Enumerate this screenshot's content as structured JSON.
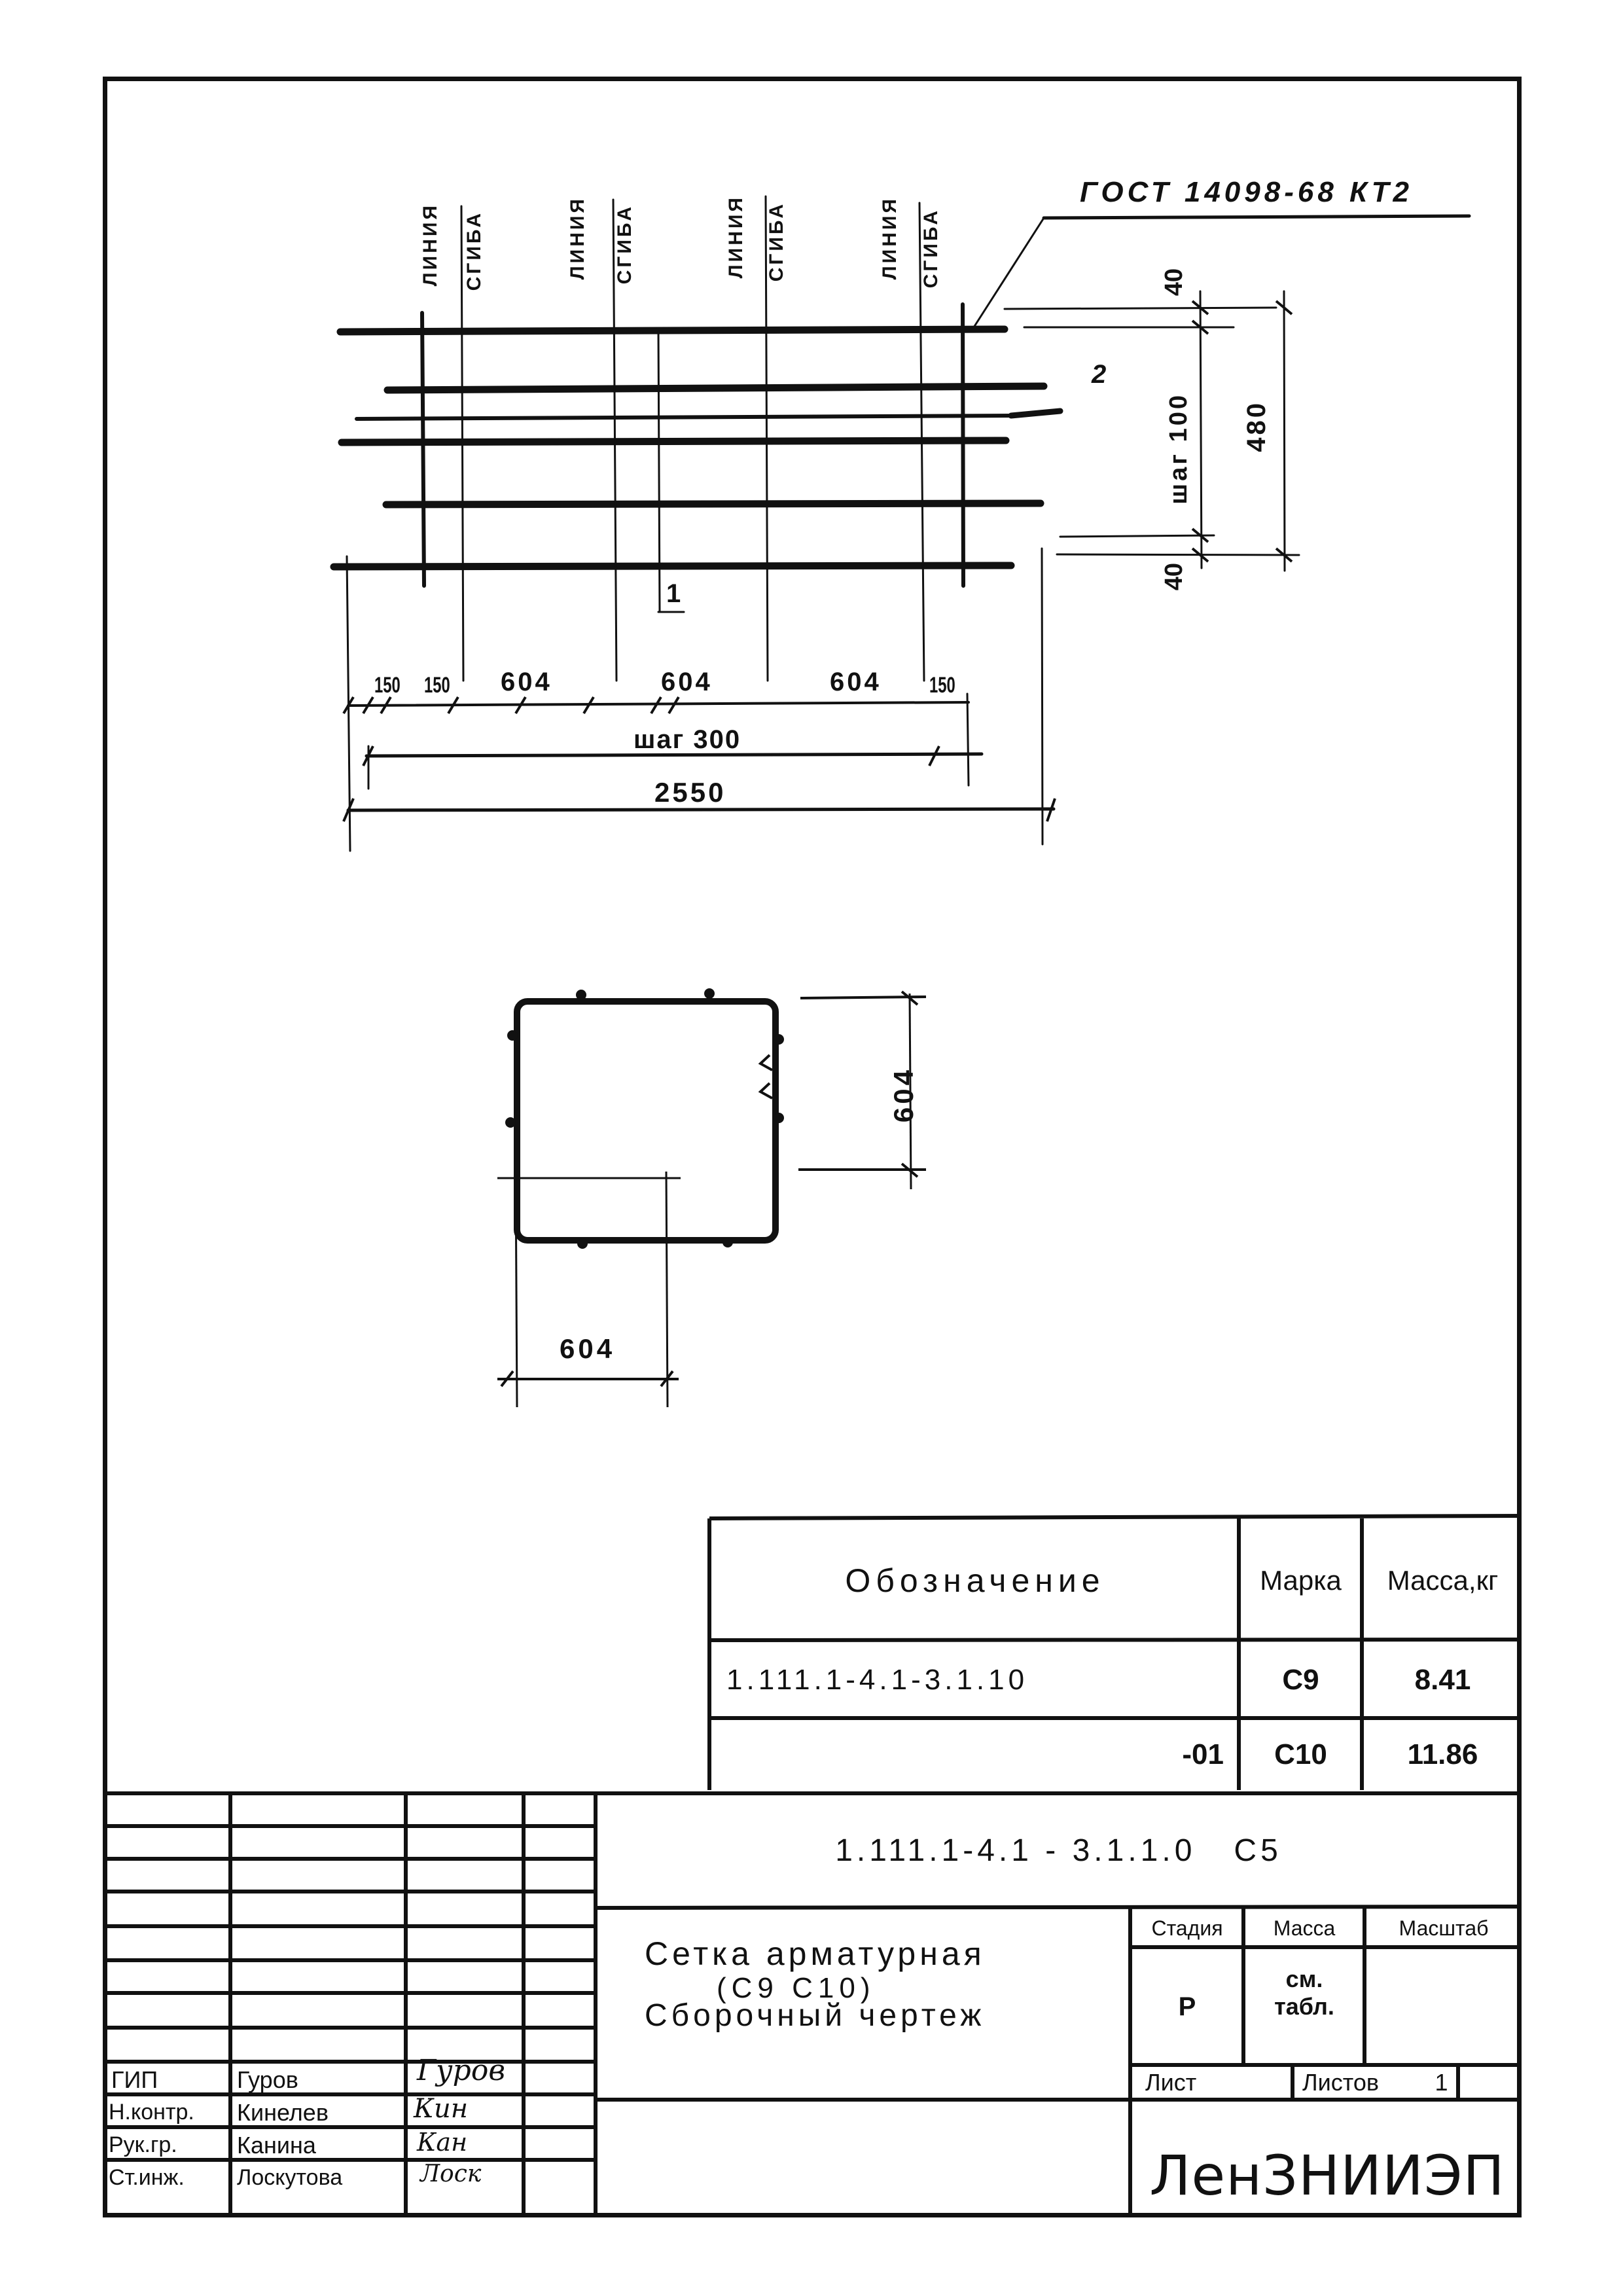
{
  "drawing": {
    "standard_label": "ГОСТ 14098-68 КТ2",
    "bend_line_label_line1": "ЛИНИЯ",
    "bend_line_label_line2": "СГИБА",
    "bend_lines": [
      {
        "line1": "ЛИНИЯ",
        "line2": "СГИБА"
      },
      {
        "line1": "ЛИНИЯ",
        "line2": "СГИБА"
      },
      {
        "line1": "ЛИНИЯ",
        "line2": "СГИБА"
      },
      {
        "line1": "ЛИНИЯ",
        "line2": "СГИБА"
      }
    ],
    "position_markers": {
      "pos1": "1",
      "pos2": "2"
    },
    "horizontal_dims": {
      "segments": [
        "150",
        "150",
        "604",
        "604",
        "604",
        "150"
      ],
      "pitch": "шаг 300",
      "overall": "2550"
    },
    "vertical_dims": {
      "top_offset": "40",
      "pitch": "шаг 100",
      "overall": "480",
      "bottom_offset": "40"
    },
    "section_view": {
      "width_dim": "604",
      "height_dim": "604"
    }
  },
  "spec_table": {
    "headers": {
      "designation": "Обозначение",
      "mark": "Марка",
      "mass": "Масса,кг"
    },
    "rows": [
      {
        "designation": "1.111.1-4.1-3.1.10",
        "mark": "С9",
        "mass": "8.41"
      },
      {
        "designation": "-01",
        "mark": "С10",
        "mass": "11.86"
      }
    ]
  },
  "title_block": {
    "document_code": "1.111.1-4.1 - 3.1.1.0   С5",
    "title_line1": "Сетка арматурная",
    "title_line2": "(С9  С10)",
    "title_line3": "Сборочный чертеж",
    "stage_header": "Стадия",
    "mass_header": "Масса",
    "scale_header": "Масштаб",
    "stage_value": "Р",
    "mass_value_line1": "см.",
    "mass_value_line2": "табл.",
    "scale_value": "",
    "sheet_label": "Лист",
    "sheets_label": "Листов",
    "sheets_value": "1",
    "organization": "ЛенЗНИИЭП",
    "signatures": [
      {
        "role": "ГИП",
        "name": "Гуров",
        "signature": "Гуров"
      },
      {
        "role": "Н.контр.",
        "name": "Кинелев",
        "signature": "Кин"
      },
      {
        "role": "Рук.гр.",
        "name": "Канина",
        "signature": "Кан"
      },
      {
        "role": "Ст.инж.",
        "name": "Лоскутова",
        "signature": "Лоск"
      }
    ]
  }
}
